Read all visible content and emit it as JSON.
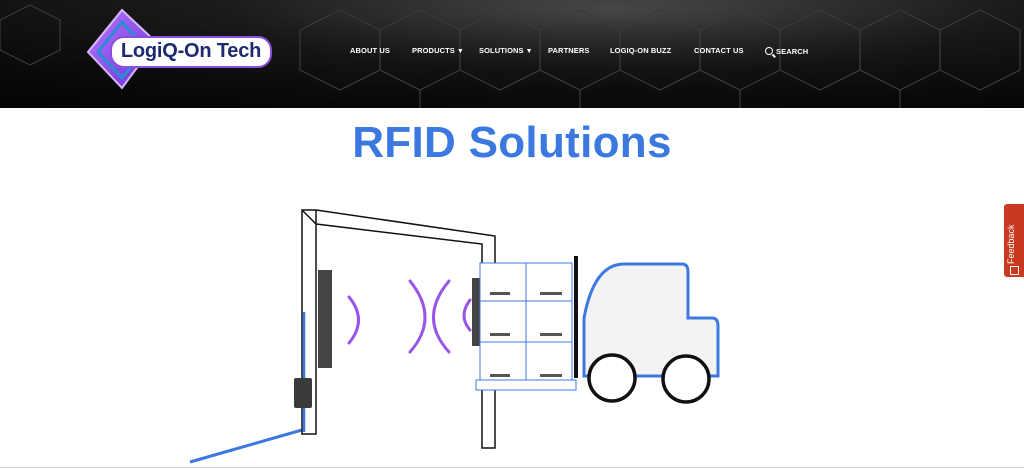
{
  "brand": {
    "name": "LogiQ-On Tech",
    "accent": "#8d4fe0",
    "text_color": "#1d2a72"
  },
  "nav": {
    "items": [
      {
        "label": "ABOUT US",
        "has_dropdown": false
      },
      {
        "label": "PRODUCTS",
        "has_dropdown": true
      },
      {
        "label": "SOLUTIONS",
        "has_dropdown": true
      },
      {
        "label": "PARTNERS",
        "has_dropdown": false
      },
      {
        "label": "LOGIQ-ON BUZZ",
        "has_dropdown": false
      },
      {
        "label": "CONTACT US",
        "has_dropdown": false
      }
    ],
    "search_label": "SEARCH",
    "dropdown_icon": "caret-down-icon",
    "search_icon": "search-icon"
  },
  "main": {
    "title": "RFID Solutions",
    "title_color": "#3b78e0"
  },
  "feedback": {
    "label": "Feedback",
    "color": "#c8391f"
  }
}
